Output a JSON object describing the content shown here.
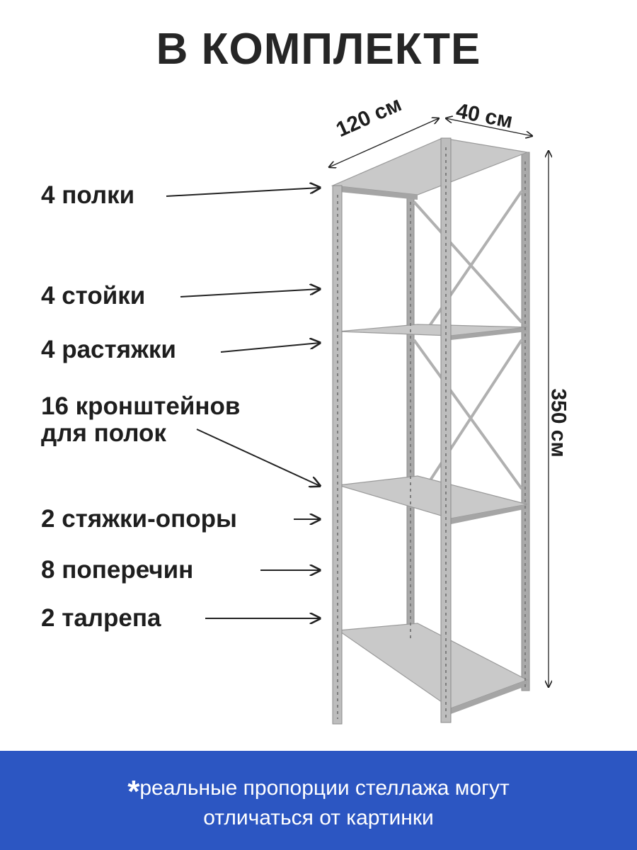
{
  "title": "В КОМПЛЕКТЕ",
  "items": [
    {
      "label": "4 полки"
    },
    {
      "label": "4 стойки"
    },
    {
      "label": "4 растяжки"
    },
    {
      "label": "16 кронштейнов",
      "label2": "для полок"
    },
    {
      "label": "2 стяжки-опоры"
    },
    {
      "label": "8 поперечин"
    },
    {
      "label": "2 талрепа"
    }
  ],
  "dimensions": {
    "width": "120 см",
    "depth": "40 см",
    "height": "350 см"
  },
  "banner": {
    "asterisk": "*",
    "line1": "реальные пропорции стеллажа могут",
    "line2": "отличаться от картинки"
  },
  "colors": {
    "banner": "#2c56c2",
    "metal": "#b9b9b9"
  }
}
